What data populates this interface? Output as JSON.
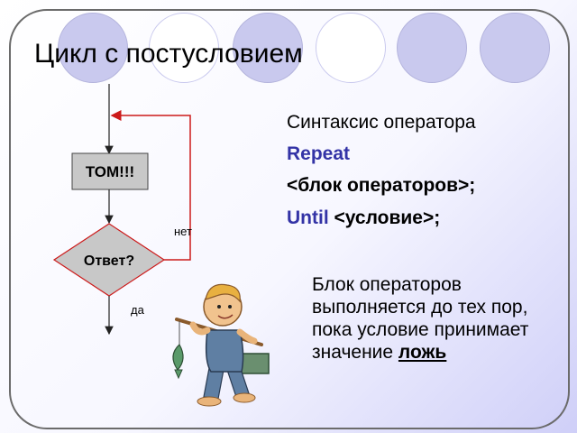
{
  "slide": {
    "title": "Цикл с постусловием"
  },
  "flowchart": {
    "action_block": "ТОМ!!!",
    "condition": "Ответ?",
    "no_label": "нет",
    "yes_label": "да"
  },
  "syntax": {
    "heading": "Синтаксис оператора",
    "repeat": "Repeat",
    "block": "<блок операторов>;",
    "until_kw": "Until",
    "condition": "<условие>;"
  },
  "description": {
    "text": "Блок операторов выполняется до тех пор, пока условие принимает значение",
    "emphasis": "ложь"
  },
  "colors": {
    "loop_arrow": "#cc1a1a",
    "keyword": "#3333a6",
    "decor_circle": "#c9c9ee"
  },
  "illustration": "boy-with-fishing-rod-clipart"
}
